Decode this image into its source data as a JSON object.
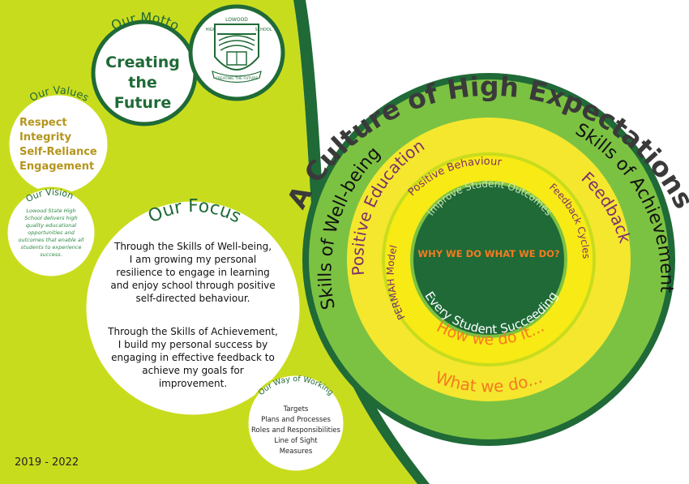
{
  "motto": {
    "heading": "Our Motto",
    "lines": [
      "Creating",
      "the",
      "Future"
    ]
  },
  "values": {
    "heading": "Our Values",
    "items": [
      "Respect",
      "Integrity",
      "Self-Reliance",
      "Engagement"
    ]
  },
  "vision": {
    "heading": "Our Vision",
    "lines": [
      "Lowood State High",
      "School delivers high",
      "quality educational",
      "opportunities and",
      "outcomes that enable all",
      "students to experience",
      "success."
    ]
  },
  "focus": {
    "heading": "Our Focus",
    "para1": [
      "Through the Skills of Well-being,",
      "I am growing my personal",
      "resilience to engage in learning",
      "and enjoy school through positive",
      "self-directed behaviour."
    ],
    "para2": [
      "Through the Skills of Achievement,",
      "I build my personal success by",
      "engaging in effective feedback to",
      "achieve my goals for",
      "improvement."
    ]
  },
  "way_of_working": {
    "heading": "Our Way of Working",
    "items": [
      "Targets",
      "Plans and Processes",
      "Roles and Responsibilities",
      "Line of Sight",
      "Measures"
    ]
  },
  "years": "2019 - 2022",
  "crest": {
    "top_text": "LOWOOD",
    "left_text": "HIGH",
    "right_text": "SCHOOL",
    "ribbon_text": "CREATING THE FUTURE"
  },
  "title": "A Culture of High Expectations",
  "rings": {
    "outer_left": "Skills of Well-being",
    "outer_right": "Skills of Achievement",
    "middle_left": "Positive Education",
    "middle_right": "Feedback",
    "middle_bottom": "What we do...",
    "inner_top": "Positive Behaviour",
    "inner_left": "PERMAH Model",
    "inner_right": "Feedback Cycles",
    "inner_bottom": "How we do it...",
    "core_top": "Improve Student Outcomes",
    "core_center": "WHY WE DO WHAT WE DO?",
    "core_bottom": "Every Student Succeeding"
  },
  "colors": {
    "lime": "#c8dc1e",
    "dark_green": "#1f6a37",
    "green_ring": "#7cc242",
    "yellow_ring": "#f5e72e",
    "orange": "#f47b20",
    "purple": "#7b2f6d",
    "gold": "#b5951d",
    "vision_green": "#2c8a45"
  }
}
